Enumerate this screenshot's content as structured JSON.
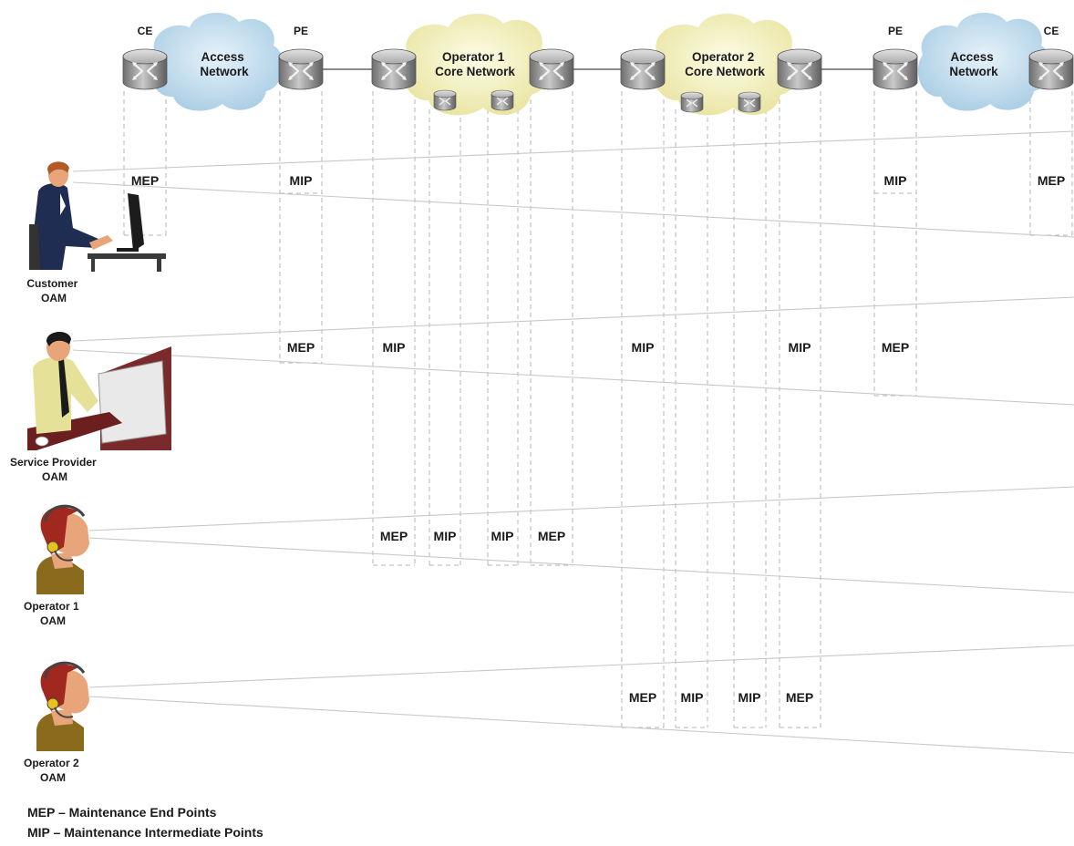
{
  "clouds": {
    "access_left": [
      "Access",
      "Network"
    ],
    "operator1": [
      "Operator 1",
      "Core Network"
    ],
    "operator2": [
      "Operator 2",
      "Core Network"
    ],
    "access_right": [
      "Access",
      "Network"
    ]
  },
  "devices": {
    "ce_left": "CE",
    "pe_left": "PE",
    "pe_right": "PE",
    "ce_right": "CE"
  },
  "roles": {
    "customer": [
      "Customer",
      "OAM"
    ],
    "service_provider": [
      "Service Provider",
      "OAM"
    ],
    "operator1": [
      "Operator 1",
      "OAM"
    ],
    "operator2": [
      "Operator 2",
      "OAM"
    ]
  },
  "points": {
    "customer": [
      "MEP",
      "MIP",
      "MIP",
      "MEP"
    ],
    "service_provider": [
      "MEP",
      "MIP",
      "MIP",
      "MIP",
      "MEP"
    ],
    "operator1": [
      "MEP",
      "MIP",
      "MIP",
      "MEP"
    ],
    "operator2": [
      "MEP",
      "MIP",
      "MIP",
      "MEP"
    ]
  },
  "legend": {
    "mep": "MEP – Maintenance End Points",
    "mip": "MIP – Maintenance Intermediate Points"
  },
  "colors": {
    "access_cloud": "#bcd9ea",
    "core_cloud": "#f3f0b8",
    "router": "#9a9a9a",
    "skin": "#e8a57a",
    "headset_hair": "#a0281e"
  }
}
